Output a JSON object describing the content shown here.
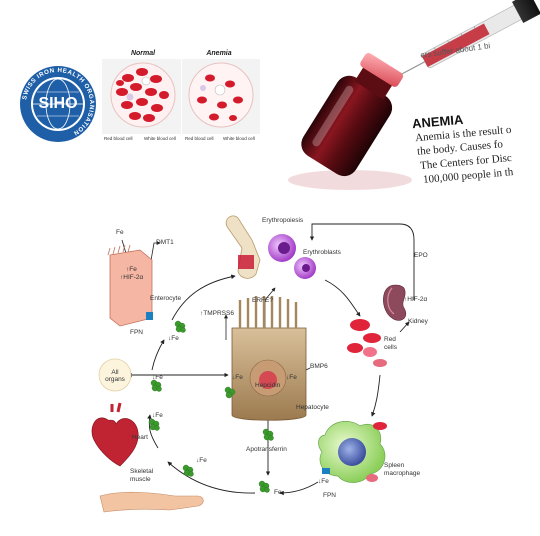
{
  "logo": {
    "ring_text": "SWISS IRON HEALTH ORGANISATION",
    "center_text": "SIHO"
  },
  "comparison": {
    "normal_title": "Normal",
    "anemia_title": "Anemia",
    "normal_labels": [
      "Red blood cell",
      "White blood cell"
    ],
    "anemia_labels": [
      "Red blood cell",
      "White blood cell"
    ]
  },
  "document": {
    "top_line": "ers suffer about 1 bi",
    "heading": "ANEMIA",
    "lines": [
      "Anemia is the result o",
      "the body. Causes fo",
      "The Centers for Disc",
      "100,000 people in th"
    ]
  },
  "diagram": {
    "labels": {
      "fe_top": "Fe",
      "dmt1": "DMT1",
      "up_fe": "↑Fe",
      "up_hif": "↑HIF-2α",
      "enterocyte": "Enterocyte",
      "fpn_left": "FPN",
      "down_fe_ent": "↓Fe",
      "erythropoiesis": "Erythropoiesis",
      "erythroblasts": "Erythroblasts",
      "epo": "EPO",
      "hif_kidney": "↑HIF-2α",
      "kidney": "Kidney",
      "erfe": "ERFE?",
      "tmprss6": "↑TMPRSS6",
      "bmp6": "BMP6",
      "red_cells": "Red cells",
      "all_organs": "All organs",
      "down_fe_left": "↓Fe",
      "down_fe_hep": "↓Fe",
      "hepcidin": "Hepcidin",
      "down_fe_right": "↓Fe",
      "hepatocyte": "Hepatocyte",
      "heart": "Heart",
      "down_fe_heart": "↓Fe",
      "apotransferrin": "Apotransferrin",
      "skeletal_muscle": "Skeletal muscle",
      "down_fe_muscle": "↓Fe",
      "fe_bottom": "Fe",
      "down_fe_spleen": "↓Fe",
      "fpn_bottom": "FPN",
      "spleen_macrophage": "Spleen macrophage"
    }
  },
  "colors": {
    "siho_blue": "#1f5fa8",
    "blood_red": "#c8102e",
    "iron_green": "#3a9a2c",
    "vial_dark": "#4a0d12",
    "cap_pink": "#f07c85"
  }
}
